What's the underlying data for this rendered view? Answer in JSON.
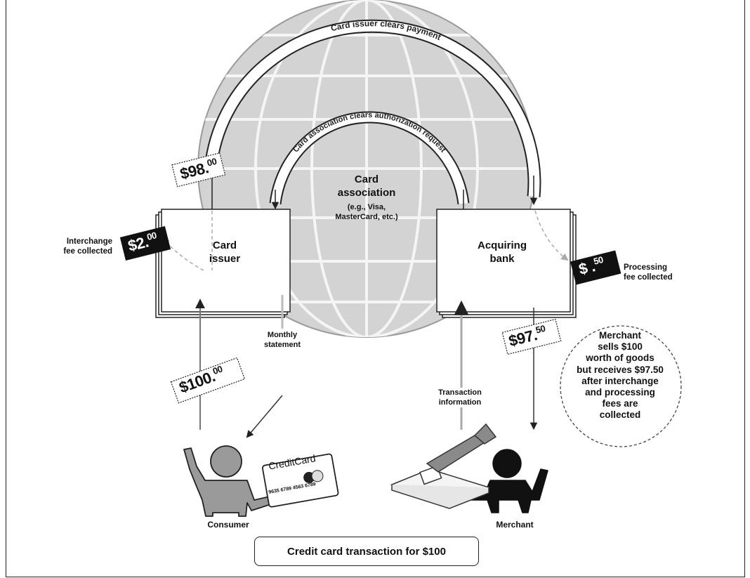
{
  "nodes": {
    "card_issuer": "Card\nissuer",
    "acquiring_bank": "Acquiring\nbank",
    "card_association": "Card\nassociation",
    "card_association_examples": "(e.g., Visa,\nMasterCard, etc.)",
    "consumer": "Consumer",
    "merchant": "Merchant"
  },
  "arcs": {
    "outer": "Card issuer clears payment",
    "inner": "Card association clears authorization request"
  },
  "flow_labels": {
    "monthly_statement": "Monthly\nstatement",
    "transaction_information": "Transaction\ninformation",
    "interchange_fee": "Interchange\nfee collected",
    "processing_fee": "Processing\nfee collected"
  },
  "amounts": {
    "issuer_payment": {
      "main": "$98.",
      "cents": "00"
    },
    "interchange": {
      "main": "$2.",
      "cents": "00"
    },
    "processing": {
      "main": "$ .",
      "cents": "50"
    },
    "merchant_receives": {
      "main": "$97.",
      "cents": "50"
    },
    "consumer_pays": {
      "main": "$100.",
      "cents": "00"
    }
  },
  "credit_card": {
    "brand": "CreditCard",
    "number": "9635 6789 4563 6789"
  },
  "note": "Merchant\nsells $100\nworth of goods\nbut receives $97.50\nafter interchange\nand processing\nfees are\ncollected",
  "caption": "Credit card transaction for $100"
}
